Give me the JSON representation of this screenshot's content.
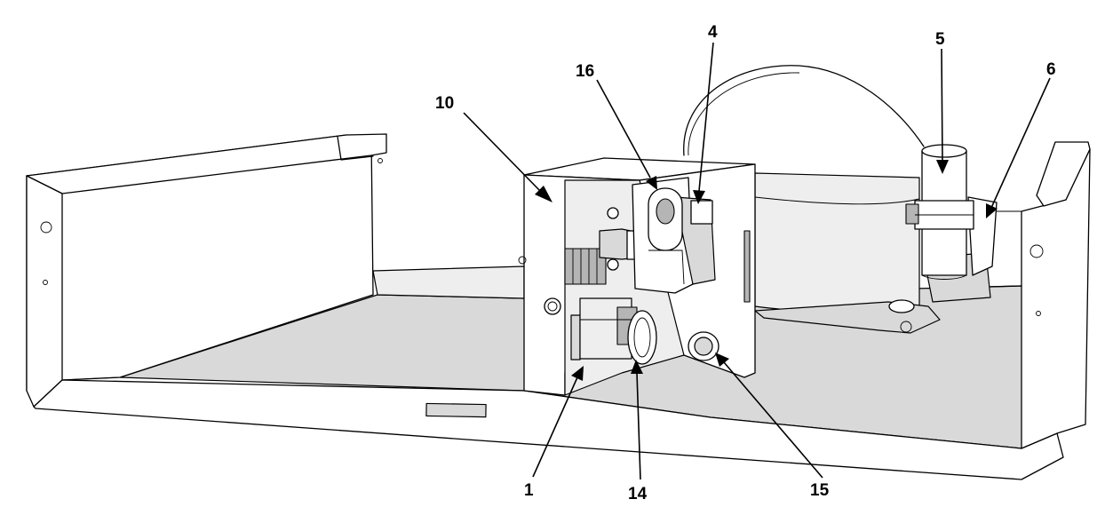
{
  "callouts": {
    "c1": "1",
    "c4": "4",
    "c5": "5",
    "c6": "6",
    "c10": "10",
    "c14": "14",
    "c15": "15",
    "c16": "16"
  }
}
